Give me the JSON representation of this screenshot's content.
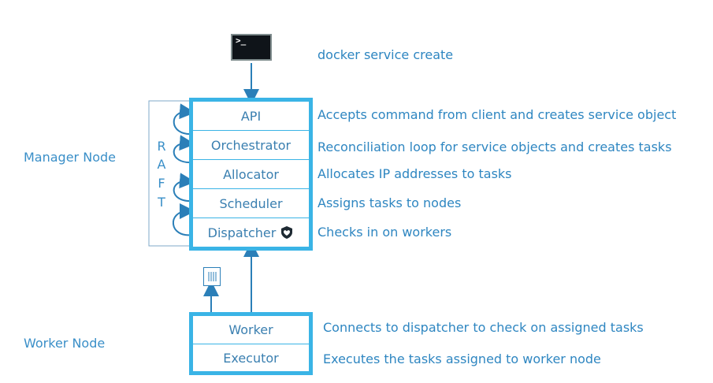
{
  "command": {
    "prompt_glyph": ">_",
    "label": "docker service create"
  },
  "manager": {
    "label": "Manager Node",
    "raft_letters": [
      "R",
      "A",
      "F",
      "T"
    ],
    "components": [
      {
        "name": "API",
        "description": "Accepts command from client and creates service object"
      },
      {
        "name": "Orchestrator",
        "description": "Reconciliation loop for service objects and creates tasks"
      },
      {
        "name": "Allocator",
        "description": "Allocates IP addresses to tasks"
      },
      {
        "name": "Scheduler",
        "description": "Assigns tasks to nodes"
      },
      {
        "name": "Dispatcher",
        "description": "Checks in on workers",
        "icon": "heart-shield-icon"
      }
    ]
  },
  "worker": {
    "label": "Worker Node",
    "components": [
      {
        "name": "Worker",
        "description": "Connects to dispatcher to check on assigned tasks"
      },
      {
        "name": "Executor",
        "description": "Executes the tasks assigned to worker node"
      }
    ],
    "task_icon": "task-list-icon"
  },
  "colors": {
    "box_border": "#3ab4e6",
    "arrow": "#2b7fb8",
    "text": "#2e86c1",
    "raft_box": "#7fa9c9",
    "terminal_bg": "#0f1419"
  }
}
